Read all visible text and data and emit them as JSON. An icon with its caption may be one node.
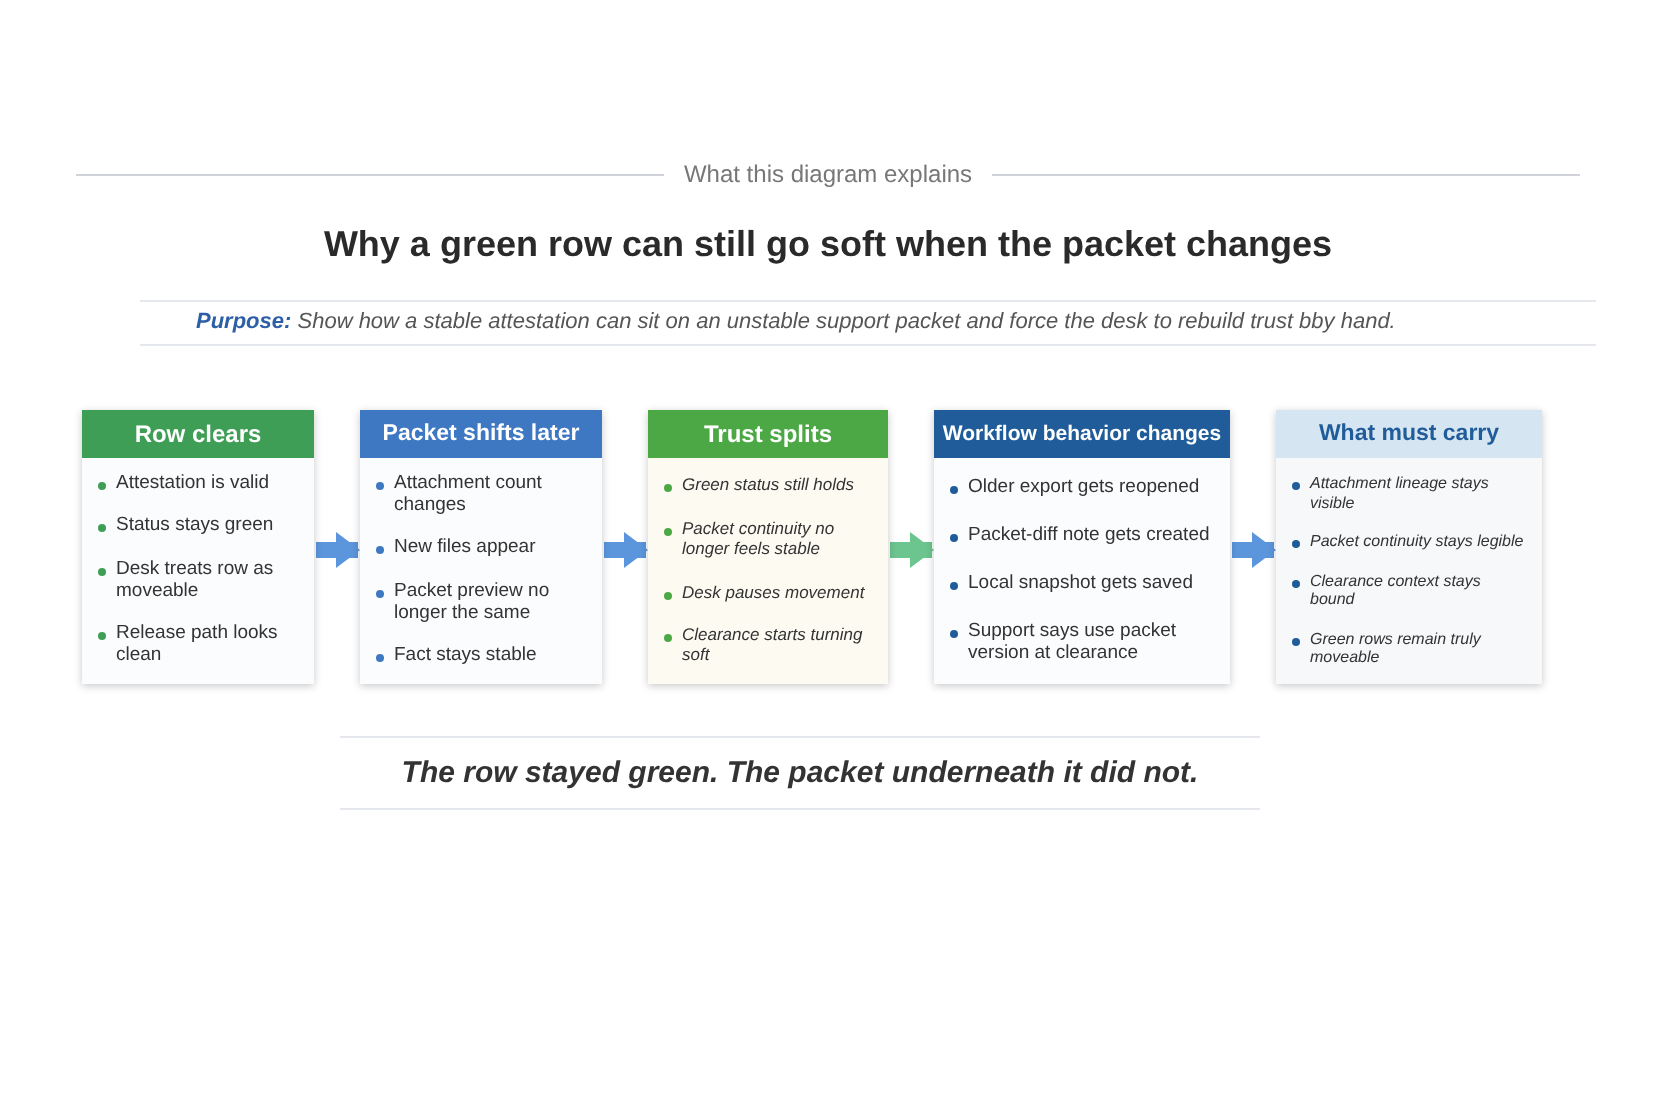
{
  "diagram": {
    "title": "Why a green row can still go soft when the packet changes",
    "nodes": [
      {
        "text": [
          "Row clears",
          "Attestation is valid",
          "Status stays green",
          "Desk treats row as moveable",
          "Release path looks clean"
        ]
      },
      {
        "text": [
          "Packet shifts later",
          "Attachment count changes",
          "New files appear",
          "Packet preview no longer the same",
          "Fact stays stable"
        ]
      },
      {
        "text": [
          "Trust splits",
          "Green status still holds",
          "Packet continuity no longer feels stable",
          "Desk pauses movement",
          "Clearance starts turning soft"
        ]
      },
      {
        "text": [
          "Workflow behavior changes",
          "Older export gets reopened",
          "Packet-diff note gets created",
          "Local snapshot gets saved",
          "Support says use packet version at clearance"
        ]
      },
      {
        "text": [
          "What must carry",
          "Attachment lineage stays visible",
          "Packet continuity stays legible",
          "Clearance context stays bound",
          "Green rows remain truly moveable"
        ]
      }
    ],
    "edges": [
      {
        "from": 0,
        "to": 1,
        "arrow": "to"
      },
      {
        "from": 1,
        "to": 2,
        "arrow": "to"
      },
      {
        "from": 2,
        "to": 3,
        "arrow": "to",
        "color": "#6cc48e"
      },
      {
        "from": 3,
        "to": 4,
        "arrow": "to"
      }
    ],
    "labels": [
      "What this diagram explains",
      "**Purpose:** Show how a stable attestation can sit on an unstable support packet and force the desk to rebuild trust bby hand.",
      "The row stayed green. The packet underneath it did not."
    ]
  }
}
